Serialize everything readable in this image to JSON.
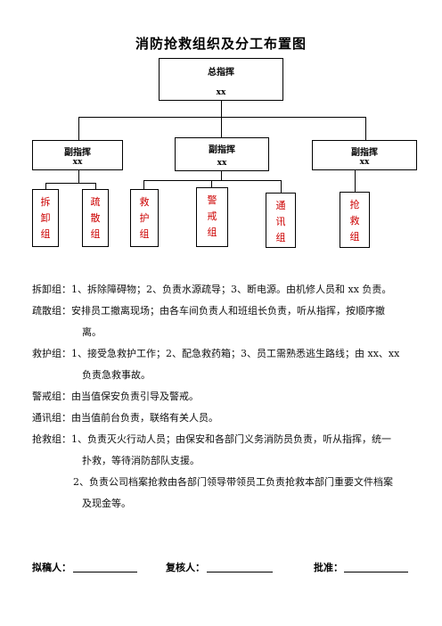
{
  "title": "消防抢救组织及分工布置图",
  "chief": {
    "title": "总指挥",
    "name": "xx"
  },
  "deputies": [
    {
      "title": "副指挥",
      "name": "xx"
    },
    {
      "title": "副指挥",
      "name": "xx"
    },
    {
      "title": "副指挥",
      "name": "xx"
    }
  ],
  "groups": [
    {
      "c1": "拆",
      "c2": "卸",
      "c3": "组"
    },
    {
      "c1": "疏",
      "c2": "散",
      "c3": "组"
    },
    {
      "c1": "救",
      "c2": "护",
      "c3": "组"
    },
    {
      "c1": "警",
      "c2": "戒",
      "c3": "组"
    },
    {
      "c1": "通",
      "c2": "讯",
      "c3": "组"
    },
    {
      "c1": "抢",
      "c2": "救",
      "c3": "组"
    }
  ],
  "duties": {
    "d1": "拆卸组：1、拆除障碍物；2、负责水源疏导；3、断电源。由机修人员和 xx 负责。",
    "d2a": "疏散组：安排员工撤离现场；由各车间负责人和班组长负责，听从指挥，按顺序撤",
    "d2b": "离。",
    "d3a": "救护组：1、接受急救护工作；2、配急救药箱；3、员工需熟悉逃生路线；由 xx、xx",
    "d3b": "负责急救事故。",
    "d4": "警戒组：由当值保安负责引导及警戒。",
    "d5": "通讯组：由当值前台负责，联络有关人员。",
    "d6a": "抢救组：1、负责灭火行动人员；由保安和各部门义务消防员负责，听从指挥，统一",
    "d6b": "扑救，等待消防部队支援。",
    "d7a": "2、负责公司档案抢救由各部门领导带领员工负责抢救本部门重要文件档案",
    "d7b": "及现金等。"
  },
  "signatures": {
    "drafter": "拟稿人：",
    "reviewer": "复核人：",
    "approver": "批准："
  }
}
